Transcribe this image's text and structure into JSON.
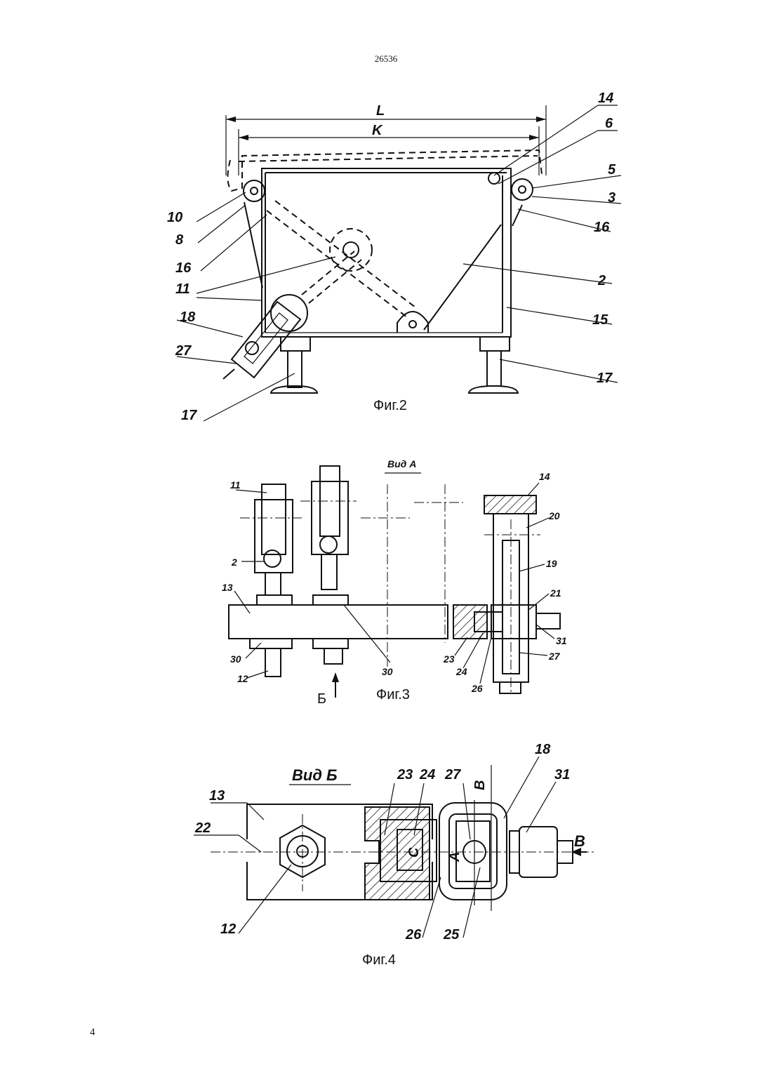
{
  "header": {
    "patent_number": "26536"
  },
  "footer": {
    "page_number": "4"
  },
  "figures": [
    {
      "caption": "Фиг.2",
      "dimensions": [
        "L",
        "K"
      ],
      "labels": [
        "14",
        "6",
        "5",
        "3",
        "16",
        "2",
        "15",
        "17",
        "10",
        "8",
        "16",
        "11",
        "18",
        "27",
        "17"
      ]
    },
    {
      "caption": "Фиг.3",
      "view_title": "Вид А",
      "arrow_label": "Б",
      "labels": [
        "11",
        "2",
        "13",
        "30",
        "12",
        "30",
        "14",
        "20",
        "19",
        "21",
        "31",
        "27",
        "23",
        "24",
        "26"
      ]
    },
    {
      "caption": "Фиг.4",
      "view_title": "Вид Б",
      "arrow_label": "В",
      "section_labels": [
        "В",
        "С",
        "А"
      ],
      "labels": [
        "13",
        "22",
        "12",
        "23",
        "24",
        "27",
        "18",
        "31",
        "26",
        "25"
      ]
    }
  ]
}
